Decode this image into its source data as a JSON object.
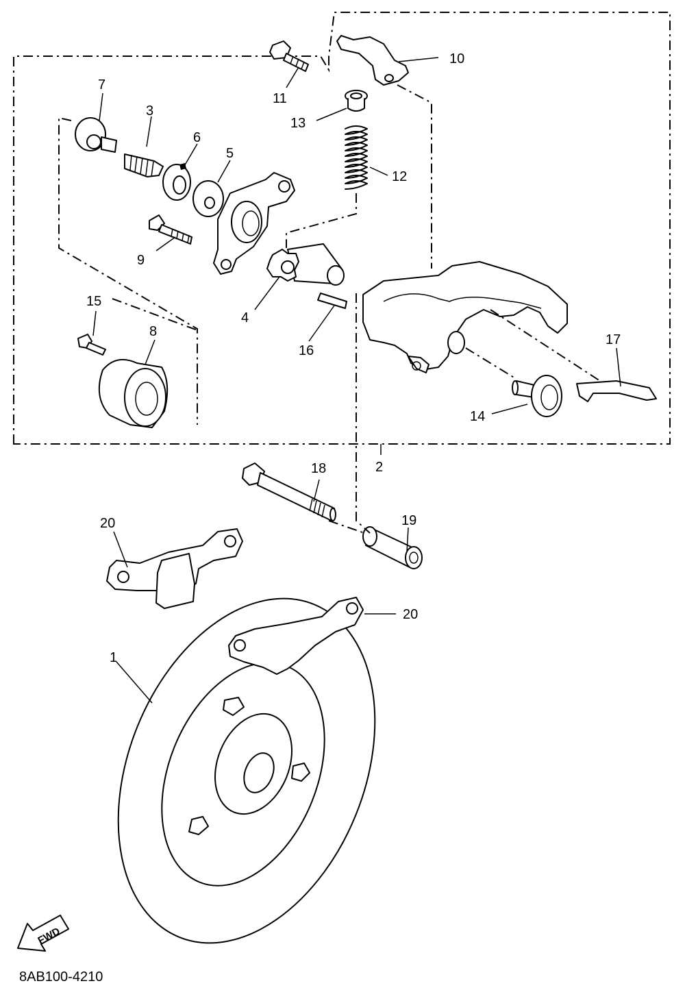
{
  "diagram": {
    "part_code": "8AB100-4210",
    "fwd_label": "FWD",
    "callouts": [
      {
        "id": "c1",
        "text": "1"
      },
      {
        "id": "c2",
        "text": "2"
      },
      {
        "id": "c3",
        "text": "3"
      },
      {
        "id": "c4",
        "text": "4"
      },
      {
        "id": "c5",
        "text": "5"
      },
      {
        "id": "c6",
        "text": "6"
      },
      {
        "id": "c7",
        "text": "7"
      },
      {
        "id": "c8",
        "text": "8"
      },
      {
        "id": "c9",
        "text": "9"
      },
      {
        "id": "c10",
        "text": "10"
      },
      {
        "id": "c11",
        "text": "11"
      },
      {
        "id": "c12",
        "text": "12"
      },
      {
        "id": "c13",
        "text": "13"
      },
      {
        "id": "c14",
        "text": "14"
      },
      {
        "id": "c15",
        "text": "15"
      },
      {
        "id": "c16",
        "text": "16"
      },
      {
        "id": "c17",
        "text": "17"
      },
      {
        "id": "c18",
        "text": "18"
      },
      {
        "id": "c19",
        "text": "19"
      },
      {
        "id": "c20a",
        "text": "20"
      },
      {
        "id": "c20b",
        "text": "20"
      }
    ]
  }
}
